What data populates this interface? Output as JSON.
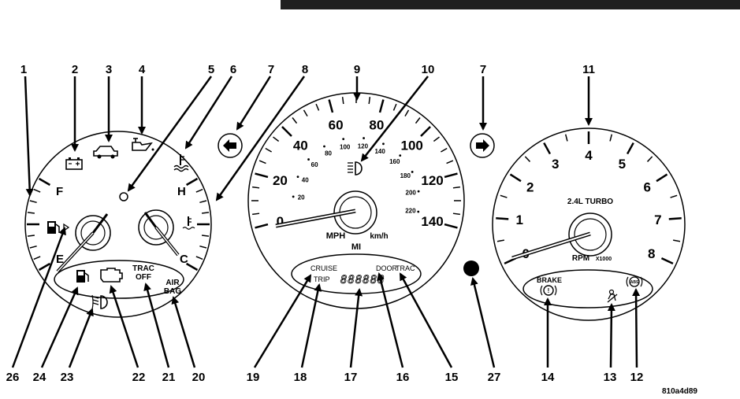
{
  "callouts": [
    {
      "id": "1",
      "label": "1"
    },
    {
      "id": "2",
      "label": "2"
    },
    {
      "id": "3",
      "label": "3"
    },
    {
      "id": "4",
      "label": "4"
    },
    {
      "id": "5",
      "label": "5"
    },
    {
      "id": "6",
      "label": "6"
    },
    {
      "id": "7a",
      "label": "7"
    },
    {
      "id": "8",
      "label": "8"
    },
    {
      "id": "9",
      "label": "9"
    },
    {
      "id": "10",
      "label": "10"
    },
    {
      "id": "7b",
      "label": "7"
    },
    {
      "id": "11",
      "label": "11"
    },
    {
      "id": "26",
      "label": "26"
    },
    {
      "id": "24",
      "label": "24"
    },
    {
      "id": "23",
      "label": "23"
    },
    {
      "id": "22",
      "label": "22"
    },
    {
      "id": "21",
      "label": "21"
    },
    {
      "id": "20",
      "label": "20"
    },
    {
      "id": "19",
      "label": "19"
    },
    {
      "id": "18",
      "label": "18"
    },
    {
      "id": "17",
      "label": "17"
    },
    {
      "id": "16",
      "label": "16"
    },
    {
      "id": "15",
      "label": "15"
    },
    {
      "id": "27",
      "label": "27"
    },
    {
      "id": "14",
      "label": "14"
    },
    {
      "id": "13",
      "label": "13"
    },
    {
      "id": "12",
      "label": "12"
    }
  ],
  "left_cluster": {
    "fuel_full": "F",
    "fuel_empty": "E",
    "temp_hot": "H",
    "temp_cold": "C",
    "trac_off": [
      "TRAC",
      "OFF"
    ],
    "air_bag": [
      "AIR",
      "BAG"
    ]
  },
  "speedometer": {
    "mph_labels": [
      "0",
      "20",
      "40",
      "60",
      "80",
      "100",
      "120",
      "140"
    ],
    "kmh_labels": [
      "20",
      "40",
      "60",
      "80",
      "100",
      "120",
      "140",
      "160",
      "180",
      "200",
      "220"
    ],
    "unit_mph": "MPH",
    "unit_kmh": "km/h",
    "unit_mi": "MI",
    "cruise": "CRUISE",
    "trip": "TRIP",
    "odometer": "888888",
    "door": "DOOR",
    "trac": "TRAC"
  },
  "tachometer": {
    "labels": [
      "0",
      "1",
      "2",
      "3",
      "4",
      "5",
      "6",
      "7",
      "8"
    ],
    "engine": "2.4L TURBO",
    "unit": "RPM",
    "multiplier": "X1000",
    "brake": "BRAKE",
    "abs": "ABS"
  },
  "figure_code": "810a4d89",
  "icons": {
    "left_arrow": "turn-signal-left-icon",
    "right_arrow": "turn-signal-right-icon",
    "battery": "battery-icon",
    "engine_oil_lamp": "car-hood-icon",
    "oil_can": "oil-pressure-icon",
    "coolant": "coolant-temp-icon",
    "fuel_pump": "fuel-pump-icon",
    "check_engine": "check-engine-icon",
    "fog_lamp": "fog-lamp-icon",
    "high_beam": "high-beam-icon",
    "brake_circle": "brake-warning-icon",
    "seatbelt": "seatbelt-icon",
    "abs_circle": "abs-icon"
  }
}
